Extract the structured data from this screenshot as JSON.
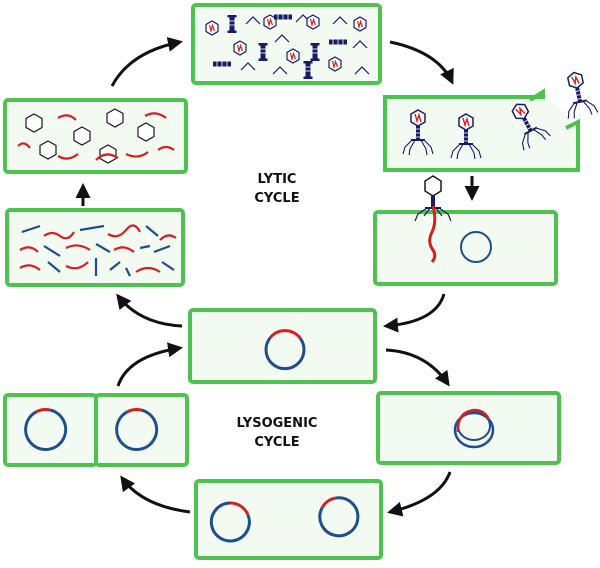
{
  "labels": {
    "lytic_line1": "LYTIC",
    "lytic_line2": "CYCLE",
    "lysogenic_line1": "LYSOGENIC",
    "lysogenic_line2": "CYCLE"
  },
  "colors": {
    "cell_border": "#4ec24e",
    "cell_fill": "#f2faf2",
    "dna_bacterial": "#1f4e8c",
    "dna_viral": "#d42020",
    "phage_body": "#1a1a66",
    "arrow": "#111111"
  }
}
